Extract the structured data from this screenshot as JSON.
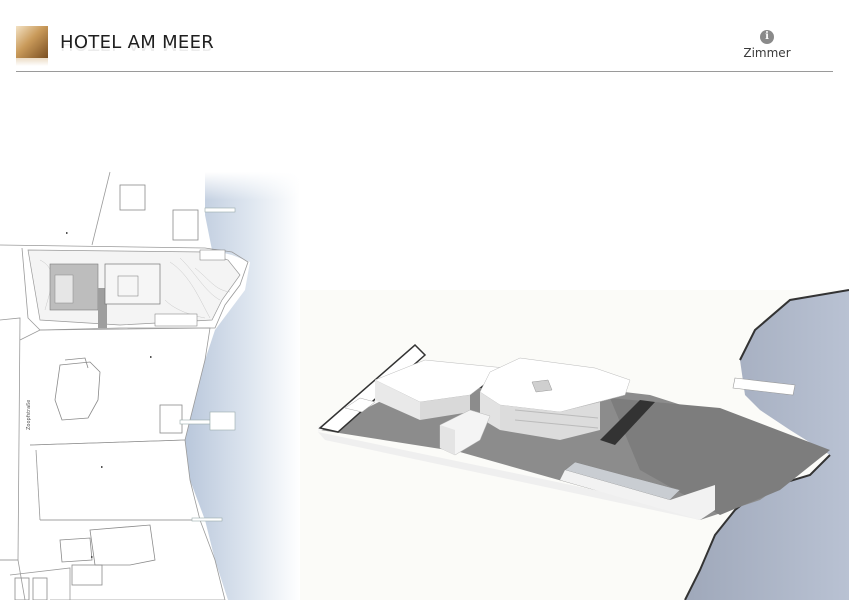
{
  "header": {
    "title": "HOTEL AM MEER",
    "rooms_link_label": "Zimmer",
    "info_icon_glyph": "i"
  },
  "site_plan": {
    "street_label": "Zoopfstraße"
  },
  "colors": {
    "water": "#b9c3d6",
    "rule": "#9a9a9a",
    "logo_gold": "#c99a5a"
  }
}
